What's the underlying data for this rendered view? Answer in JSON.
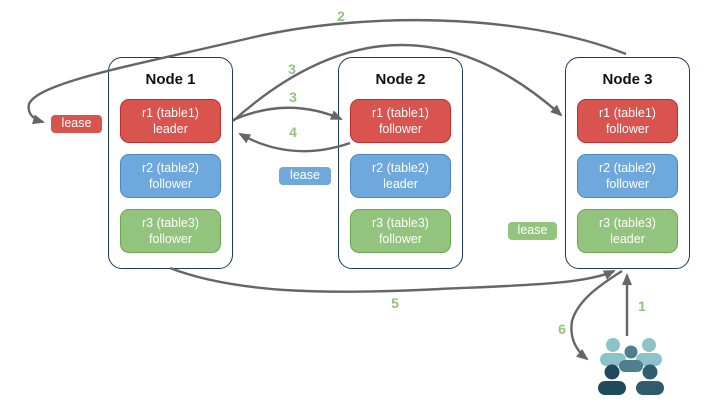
{
  "nodes": [
    {
      "title": "Node 1",
      "replicas": [
        {
          "range": "r1 (table1)",
          "role": "leader",
          "color": "red"
        },
        {
          "range": "r2 (table2)",
          "role": "follower",
          "color": "blue"
        },
        {
          "range": "r3 (table3)",
          "role": "follower",
          "color": "green"
        }
      ]
    },
    {
      "title": "Node 2",
      "replicas": [
        {
          "range": "r1 (table1)",
          "role": "follower",
          "color": "red"
        },
        {
          "range": "r2 (table2)",
          "role": "leader",
          "color": "blue"
        },
        {
          "range": "r3 (table3)",
          "role": "follower",
          "color": "green"
        }
      ]
    },
    {
      "title": "Node 3",
      "replicas": [
        {
          "range": "r1 (table1)",
          "role": "follower",
          "color": "red"
        },
        {
          "range": "r2 (table2)",
          "role": "follower",
          "color": "blue"
        },
        {
          "range": "r3 (table3)",
          "role": "leader",
          "color": "green"
        }
      ]
    }
  ],
  "leases": [
    {
      "label": "lease",
      "color": "red"
    },
    {
      "label": "lease",
      "color": "blue"
    },
    {
      "label": "lease",
      "color": "green"
    }
  ],
  "steps": {
    "s1": "1",
    "s2": "2",
    "s3a": "3",
    "s3b": "3",
    "s4": "4",
    "s5": "5",
    "s6": "6"
  },
  "edges": [
    {
      "step": "1",
      "from": "users",
      "to": "node3-r3-leader"
    },
    {
      "step": "2",
      "from": "node3",
      "to": "lease-red-node1"
    },
    {
      "step": "3",
      "from": "node1-r1-leader",
      "to": "node3-r1-follower"
    },
    {
      "step": "3",
      "from": "node1-r1-leader",
      "to": "node2-r1-follower"
    },
    {
      "step": "4",
      "from": "node2-r1-follower",
      "to": "node1-r1-leader"
    },
    {
      "step": "5",
      "from": "node1",
      "to": "node3-r3-leader"
    },
    {
      "step": "6",
      "from": "node3-r3-leader",
      "to": "users"
    }
  ],
  "colors": {
    "red": "#d9534f",
    "red_border": "#c12e2a",
    "blue": "#6fa8dc",
    "blue_border": "#4a86c8",
    "green": "#93c47d",
    "green_border": "#6aa84f",
    "node_border": "#1e3a5f",
    "arrow": "#666666",
    "step_label": "#93c47d",
    "users_light": "#8cc3c6",
    "users_mid": "#4d7f8d",
    "users_dark1": "#1f4a5e",
    "users_dark2": "#2e5c6e"
  }
}
